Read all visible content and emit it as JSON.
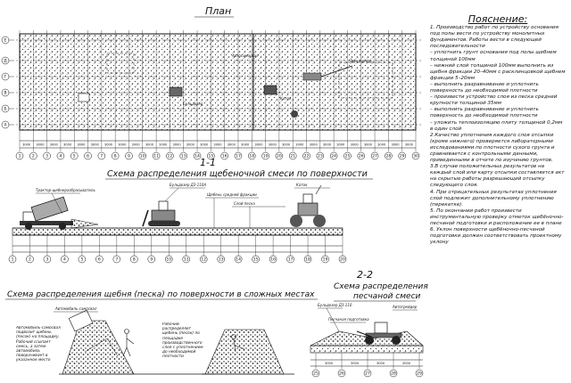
{
  "titles": {
    "plan": "План",
    "notes": "Пояснение:",
    "section11": "1-1",
    "scheme1": "Схема  распределения щебеночной смеси по поверхности",
    "section22": "2-2",
    "scheme2": "Схема распределения щебня (песка) по поверхности в сложных местах",
    "scheme3_line1": "Схема  распределения",
    "scheme3_line2": "песчаной смеси"
  },
  "notes": [
    "1. Производство работ по устройству основания под полы вести по устройству монолитных фундаментов. Работы вести в следующей последовательности",
    "– уплотнить грунт основания под полы щебнем толщиной 100мм",
    "– нижний слой толщиной 100мм выполнить из щебня фракции 20–40мм с расклинцовкой щебнем фракции 5–20мм",
    "– выполнить разравнивание и уплотнить поверхность до необходимой плотности",
    "– произвести устройство слоя из песка средней крупности толщиной 35мм",
    "– выполнить разравнивание и уплотнить поверхность до необходимой плотности",
    "– уложить теплоизоляцию плиту толщиной 0,2мм в один слой",
    "2.Качество уплотнения каждого слоя отсыпки (кроме нижнего) проверяется лабораторными исследованиями по плотности сухого грунта и сравнивается с контрольными данными, приведенными в отчете по изучению грунтов.",
    "3.В случае положительных результатов на каждый слой или карту отсыпки составляется акт на скрытые работы разрешающий отсыпку следующего слоя.",
    "4. При отрицательных результатах уплотнения слой подлежит дополнительному уплотнению (перекатке).",
    "5. По окончании работ произвести инструментальную проверку отметок щебёночно-песчаной подготовки и расположение ее в плане",
    "6. Уклон поверхности щебёночно-песчаной подготовки должен соответствовать проектному уклону"
  ],
  "plan": {
    "row_axes": [
      "А",
      "Б",
      "В",
      "Г",
      "Д",
      "Е"
    ],
    "column_axes": [
      "1",
      "2",
      "3",
      "4",
      "5",
      "6",
      "7",
      "8",
      "9",
      "10",
      "11",
      "12",
      "13",
      "14",
      "15",
      "16",
      "17",
      "18",
      "19",
      "20",
      "21",
      "22",
      "23",
      "24",
      "25",
      "26",
      "27",
      "28",
      "29",
      "30"
    ],
    "span_dims": [
      "3000",
      "3000",
      "3000",
      "3000",
      "3000",
      "3000",
      "3000",
      "3000",
      "3000",
      "3000",
      "3000",
      "3000",
      "3000",
      "3000",
      "3000",
      "3000",
      "3000",
      "3000",
      "3000",
      "3000",
      "3000",
      "3000",
      "3000",
      "3000",
      "3000",
      "3000",
      "3000",
      "3000",
      "3000"
    ],
    "labels": [
      "Бульдозер",
      "Автосамосвал",
      "Экскаватор",
      "Каток"
    ]
  },
  "section11": {
    "labels": [
      "Трактор-щебнеразбрасыватель",
      "Бульдозер ДЗ-110А",
      "Щебень средней фракции",
      "Слой песка",
      "Каток"
    ],
    "axes": [
      "1",
      "2",
      "3",
      "4",
      "5",
      "6",
      "7",
      "8",
      "9",
      "10",
      "11",
      "12",
      "13",
      "14",
      "15",
      "16",
      "17",
      "18",
      "19",
      "20"
    ]
  },
  "section22": {
    "labels": [
      "Бульдозер ДЗ-110",
      "Песчаная подготовка",
      "Автогрейдер"
    ],
    "dims": [
      "3000",
      "3000",
      "3000",
      "3000"
    ],
    "axes": [
      "25",
      "26",
      "27",
      "28",
      "29"
    ]
  },
  "scheme2": {
    "text1": "Автомобиль-самосвал подвозит щебень (песок) на площадку. Рабочий ссыпает смесь, а затем автомобиль поворачивает в указанное место",
    "text2": "Рабочий распределяет щебень (песок) по площадке производственного слоя с уплотнением до необходимой плотности",
    "top_label": "Автомобиль-самосвал"
  },
  "colors": {
    "ink": "#111111",
    "paper": "#ffffff"
  }
}
